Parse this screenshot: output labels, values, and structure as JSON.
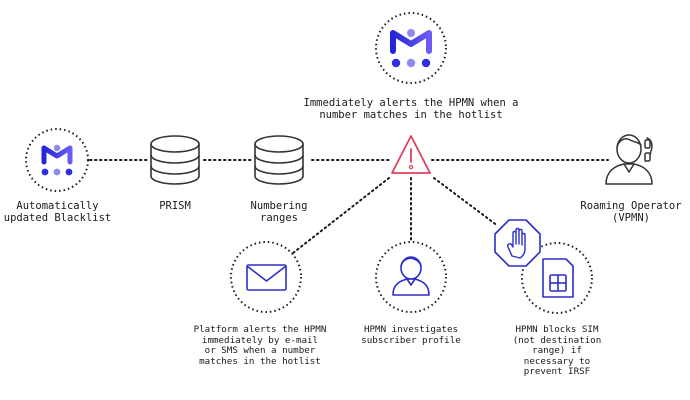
{
  "top_node": {
    "label": "Immediately alerts the HPMN when a\nnumber matches in the hotlist"
  },
  "main_row": {
    "blacklist": {
      "label": "Automatically\nupdated Blacklist"
    },
    "prism": {
      "label": "PRISM"
    },
    "numbering": {
      "label": "Numbering\nranges"
    },
    "operator": {
      "label": "Roaming Operator\n(VPMN)"
    }
  },
  "branches": {
    "email_sms": {
      "label": "Platform alerts the HPMN\nimmediately by e-mail\nor SMS when a number\nmatches in the hotlist"
    },
    "investigate": {
      "label": "HPMN investigates\nsubscriber profile"
    },
    "block_sim": {
      "label": "HPMN blocks SIM\n(not destination\nrange) if\nnecessary to\nprevent IRSF"
    }
  },
  "colors": {
    "brand_blue": "#2f2ee0",
    "brand_blue_light": "#8f8cf0",
    "alert_red": "#e0405e",
    "icon_blue": "#2b2fc8",
    "gray_icon": "#333333"
  }
}
